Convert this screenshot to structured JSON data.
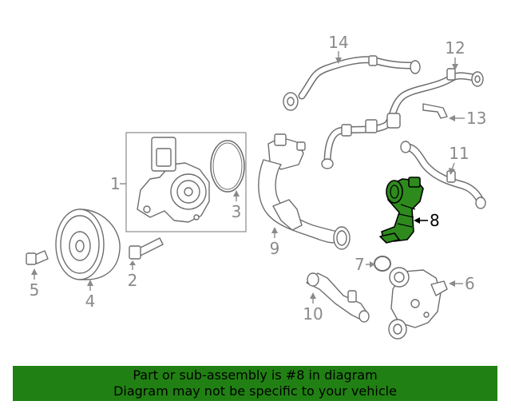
{
  "diagram": {
    "callouts": [
      "1",
      "2",
      "3",
      "4",
      "5",
      "6",
      "7",
      "8",
      "9",
      "10",
      "11",
      "12",
      "13",
      "14"
    ],
    "highlighted_callout": "8",
    "colors": {
      "highlight": "#2f8a1e",
      "banner": "#218013",
      "line": "#6e6e6e",
      "callout": "#8a8a8a"
    }
  },
  "banner": {
    "line1": "Part or sub-assembly is #8 in diagram",
    "line2": "Diagram may not be specific to your vehicle"
  }
}
